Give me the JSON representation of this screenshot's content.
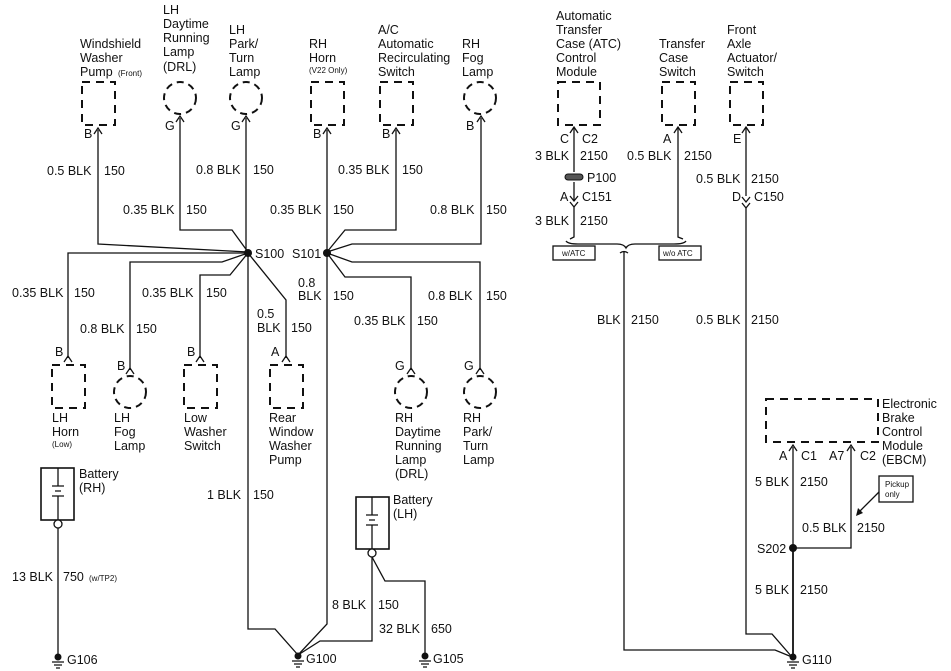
{
  "title": "Ground Distribution Wiring Diagram",
  "wire_color": "BLK",
  "components": {
    "ws_washer": {
      "lines": [
        "Windshield",
        "Washer",
        "Pump"
      ],
      "note": "(Front)",
      "pin": "B"
    },
    "lh_drl": {
      "lines": [
        "LH",
        "Daytime",
        "Running",
        "Lamp",
        "(DRL)"
      ],
      "pin": "G"
    },
    "lh_park": {
      "lines": [
        "LH",
        "Park/",
        "Turn",
        "Lamp"
      ],
      "pin": "G"
    },
    "rh_horn": {
      "lines": [
        "RH",
        "Horn"
      ],
      "note": "(V22 Only)",
      "pin": "B"
    },
    "ac_recirc": {
      "lines": [
        "A/C",
        "Automatic",
        "Recirculating",
        "Switch"
      ],
      "pin": "B"
    },
    "rh_fog": {
      "lines": [
        "RH",
        "Fog",
        "Lamp"
      ],
      "pin": "B"
    },
    "atc_module": {
      "lines": [
        "Automatic",
        "Transfer",
        "Case (ATC)",
        "Control",
        "Module"
      ],
      "pin": "C",
      "connector": "C2"
    },
    "tc_switch": {
      "lines": [
        "Transfer",
        "Case",
        "Switch"
      ],
      "pin": "A"
    },
    "fa_actuator": {
      "lines": [
        "Front",
        "Axle",
        "Actuator/",
        "Switch"
      ],
      "pin": "E"
    },
    "lh_horn": {
      "lines": [
        "LH",
        "Horn"
      ],
      "note": "(Low)",
      "pin": "B"
    },
    "lh_fog": {
      "lines": [
        "LH",
        "Fog",
        "Lamp"
      ],
      "pin": "B"
    },
    "low_washer": {
      "lines": [
        "Low",
        "Washer",
        "Switch"
      ],
      "pin": "B"
    },
    "rear_washer": {
      "lines": [
        "Rear",
        "Window",
        "Washer",
        "Pump"
      ],
      "pin": "A"
    },
    "rh_drl": {
      "lines": [
        "RH",
        "Daytime",
        "Running",
        "Lamp",
        "(DRL)"
      ],
      "pin": "G"
    },
    "rh_park": {
      "lines": [
        "RH",
        "Park/",
        "Turn",
        "Lamp"
      ],
      "pin": "G"
    },
    "battery_rh": {
      "lines": [
        "Battery",
        "(RH)"
      ]
    },
    "battery_lh": {
      "lines": [
        "Battery",
        "(LH)"
      ]
    },
    "ebcm": {
      "lines": [
        "Electronic",
        "Brake",
        "Control",
        "Module",
        "(EBCM)"
      ],
      "pins": [
        "A",
        "C1",
        "A7",
        "C2"
      ]
    }
  },
  "wires": {
    "ws_washer": {
      "gauge": "0.5 BLK",
      "circuit": "150"
    },
    "lh_drl": {
      "gauge": "0.35 BLK",
      "circuit": "150"
    },
    "lh_park": {
      "gauge": "0.8 BLK",
      "circuit": "150"
    },
    "rh_horn": {
      "gauge": "0.35 BLK",
      "circuit": "150"
    },
    "ac_recirc": {
      "gauge": "0.35 BLK",
      "circuit": "150"
    },
    "rh_fog": {
      "gauge": "0.8 BLK",
      "circuit": "150"
    },
    "lh_horn": {
      "gauge": "0.35 BLK",
      "circuit": "150"
    },
    "lh_fog": {
      "gauge": "0.8 BLK",
      "circuit": "150"
    },
    "low_washer": {
      "gauge": "0.35 BLK",
      "circuit": "150"
    },
    "rear_washer": {
      "gauge_1": "0.5",
      "gauge_2": "BLK",
      "circuit": "150"
    },
    "s101_down": {
      "gauge_1": "0.8",
      "gauge_2": "BLK",
      "circuit": "150"
    },
    "rh_drl": {
      "gauge": "0.35 BLK",
      "circuit": "150"
    },
    "rh_park": {
      "gauge": "0.8 BLK",
      "circuit": "150"
    },
    "s100_g100": {
      "gauge": "1 BLK",
      "circuit": "150"
    },
    "battery_rh": {
      "gauge": "13 BLK",
      "circuit": "750",
      "note": "(w/TP2)"
    },
    "s101_g100": {
      "gauge": "8 BLK",
      "circuit": "150"
    },
    "battery_lh": {
      "gauge": "32 BLK",
      "circuit": "650"
    },
    "atc_upper": {
      "gauge": "3 BLK",
      "circuit": "2150"
    },
    "atc_lower": {
      "gauge": "3 BLK",
      "circuit": "2150"
    },
    "tc_switch": {
      "gauge": "0.5 BLK",
      "circuit": "2150"
    },
    "fa_actuator": {
      "gauge": "0.5 BLK",
      "circuit": "2150"
    },
    "fa_lower": {
      "gauge": "0.5 BLK",
      "circuit": "2150"
    },
    "atc_g110": {
      "gauge": "BLK",
      "circuit": "2150"
    },
    "ebcm_a": {
      "gauge": "5 BLK",
      "circuit": "2150"
    },
    "ebcm_a7": {
      "gauge": "0.5 BLK",
      "circuit": "2150"
    },
    "s202_g110": {
      "gauge": "5 BLK",
      "circuit": "2150"
    }
  },
  "splices": {
    "s100": "S100",
    "s101": "S101",
    "s202": "S202"
  },
  "connectors": {
    "p100": "P100",
    "c151": {
      "pin": "A",
      "name": "C151"
    },
    "c150": {
      "pin": "D",
      "name": "C150"
    }
  },
  "grounds": {
    "g106": "G106",
    "g100": "G100",
    "g105": "G105",
    "g110": "G110"
  },
  "option_tags": {
    "w_atc": "w/ATC",
    "wo_atc": "w/o ATC",
    "pickup": [
      "Pickup",
      "only"
    ]
  }
}
